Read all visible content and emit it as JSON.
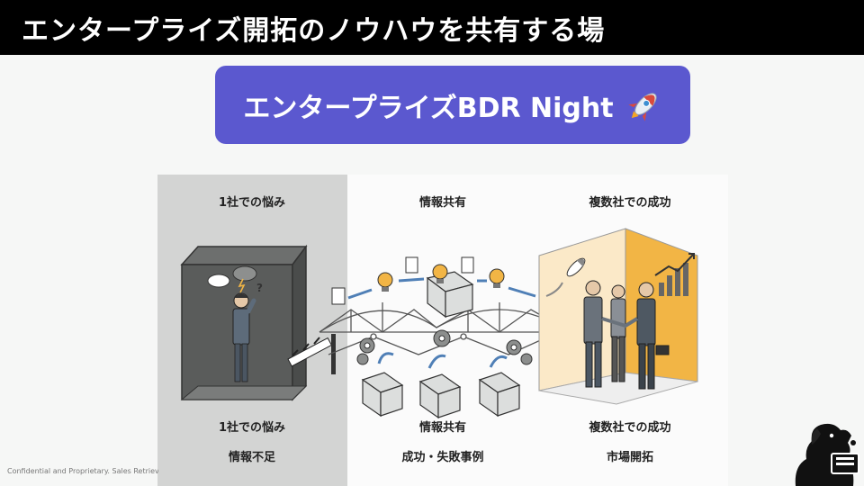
{
  "header": {
    "title": "エンタープライズ開拓のノウハウを共有する場"
  },
  "event": {
    "title": "エンタープライズBDR Night",
    "icon": "rocket-icon"
  },
  "illustration": {
    "top_labels": {
      "left": "1社での悩み",
      "center": "情報共有",
      "right": "複数社での成功"
    },
    "bottom_labels": {
      "left": "1社での悩み",
      "center": "情報共有",
      "right": "複数社での成功"
    },
    "sub_labels": {
      "left": "情報不足",
      "center": "成功・失敗事例",
      "right": "市場開拓"
    }
  },
  "footer": {
    "note": "Confidential and Proprietary. Sales Retriev"
  },
  "colors": {
    "header_bg": "#000000",
    "badge_bg": "#5b58cf",
    "panel_gray": "#d3d4d3",
    "accent_orange": "#f2b545",
    "arrow_blue": "#4f7fb6"
  }
}
